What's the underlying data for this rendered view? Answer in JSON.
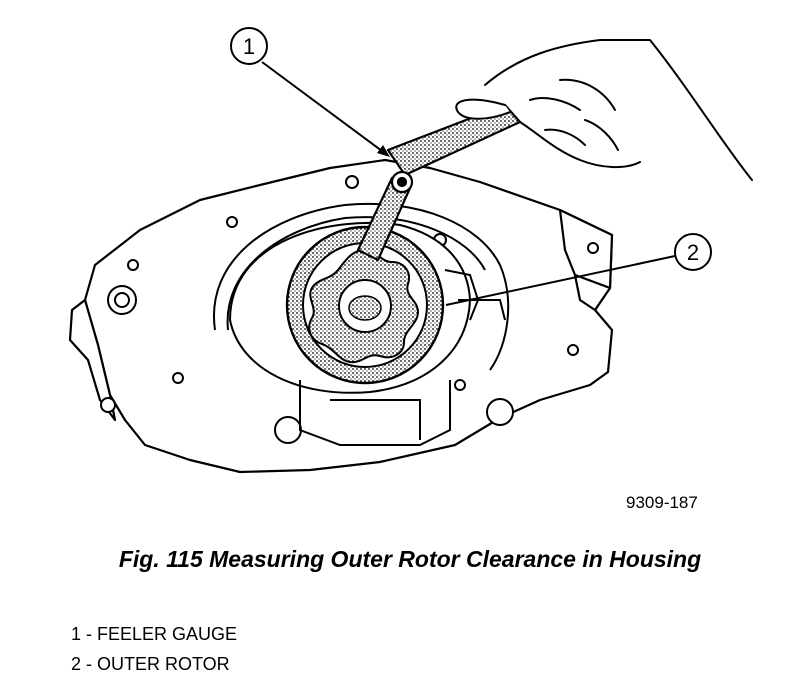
{
  "figure": {
    "id": "9309-187",
    "caption": "Fig. 115 Measuring Outer Rotor Clearance in Housing",
    "callouts": [
      {
        "number": "1",
        "label": "1 - FEELER GAUGE"
      },
      {
        "number": "2",
        "label": "2 - OUTER ROTOR"
      }
    ]
  },
  "colors": {
    "ink": "#000000",
    "paper": "#ffffff",
    "shade": "#9a9a9a"
  }
}
